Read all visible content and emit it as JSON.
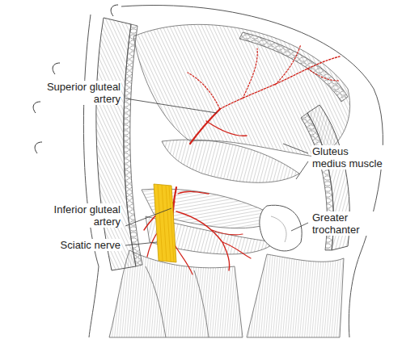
{
  "diagram": {
    "labels": [
      "Superior gluteal artery",
      "Inferior gluteal artery",
      "Sciatic nerve",
      "Gluteus medius muscle",
      "Greater trochanter"
    ]
  }
}
